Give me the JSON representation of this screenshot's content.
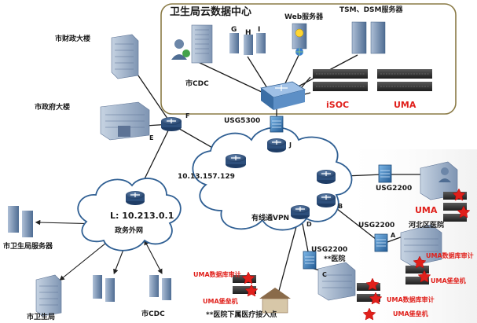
{
  "labels": {
    "datacenter_title": "卫生局云数据中心",
    "web_server": "Web服务器",
    "tsm_dsm": "TSM、DSM服务器",
    "cdc_top": "市CDC",
    "isoc": "iSOC",
    "uma_top": "UMA",
    "usg5300": "USG5300",
    "g": "G",
    "h": "H",
    "i": "I",
    "finance": "市财政大楼",
    "government": "市政府大楼",
    "f": "F",
    "e": "E",
    "j": "J",
    "ip_core": "10.13.157.129",
    "vpn": "有线通VPN",
    "gov_net_ip": "L: 10.213.0.1",
    "gov_net": "政务外网",
    "health_servers": "市卫生局服务器",
    "health_bureau": "市卫生局",
    "cdc_bottom": "市CDC",
    "usg2200_top": "USG2200",
    "uma_right": "UMA",
    "usg2200_mid": "USG2200",
    "hebei": "河北区医院",
    "a": "A",
    "b": "B",
    "c": "C",
    "d": "D",
    "usg2200_bottom": "USG2200",
    "hospital": "**医院",
    "uma_db_audit_1": "UMA数据库审计",
    "uma_bastion_1": "UMA堡垒机",
    "uma_db_audit_2": "UMA数据库审计",
    "uma_bastion_2": "UMA堡垒机",
    "uma_db_audit_3": "UMA数据库审计",
    "uma_bastion_3": "UMA堡垒机",
    "clinic": "**医院下属医疗接入点"
  },
  "colors": {
    "frame": "#8a7a45",
    "cloud_stroke": "#2f5f93",
    "router": "#2d4f7c",
    "firewall": "#3a78b5",
    "building": "#8fa5c0",
    "accent_red": "#e0201b"
  }
}
